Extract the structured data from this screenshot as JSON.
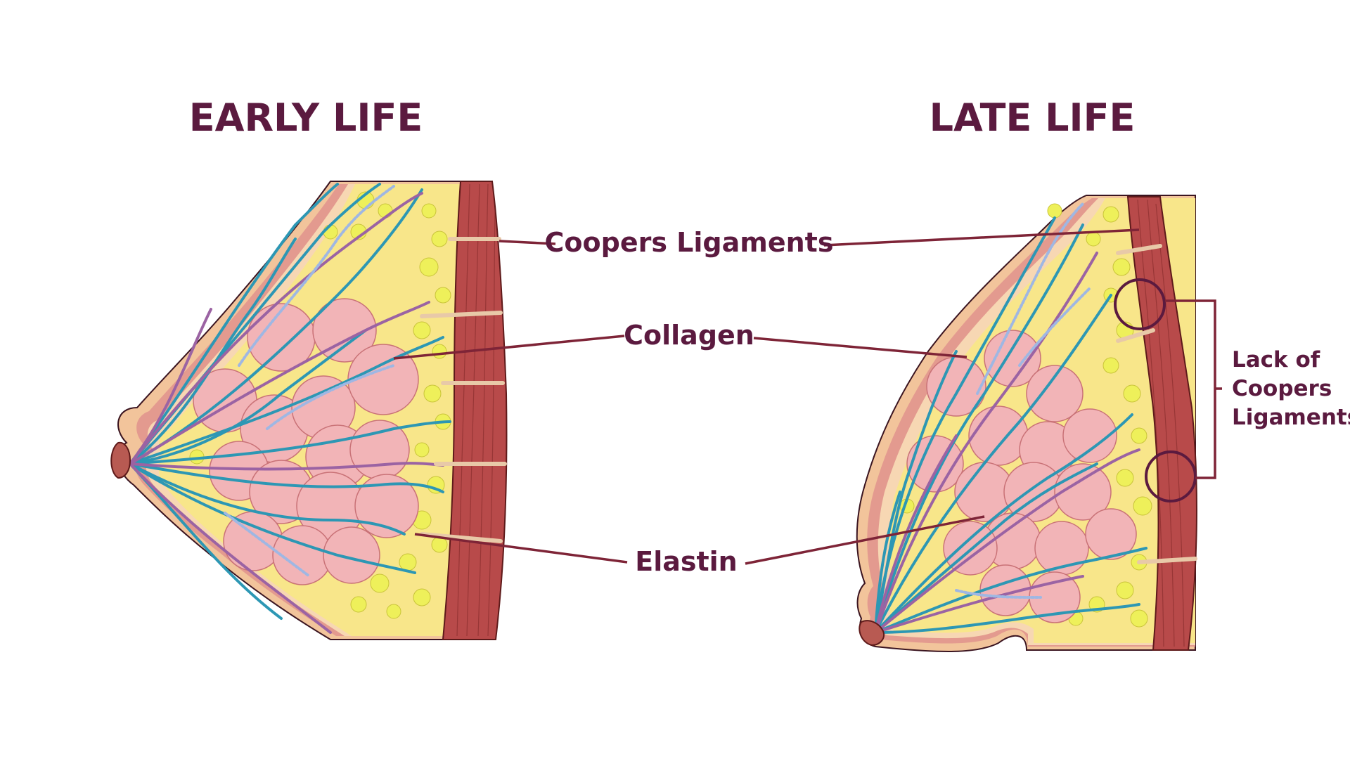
{
  "titles": {
    "left": "EARLY LIFE",
    "right": "LATE LIFE"
  },
  "labels": {
    "coopers_ligaments": "Coopers Ligaments",
    "collagen": "Collagen",
    "elastin": "Elastin",
    "lack_of_coopers": [
      "Lack of",
      "Coopers",
      "Ligaments"
    ]
  },
  "colors": {
    "text": "#5b1a3f",
    "leader_line": "#7e2437",
    "muscle": "#b84a4a",
    "fat": "#f8e68a",
    "lobule": "#f2b4b7",
    "duct_blue": "#2d97b4",
    "duct_purple": "#9b63a3"
  }
}
